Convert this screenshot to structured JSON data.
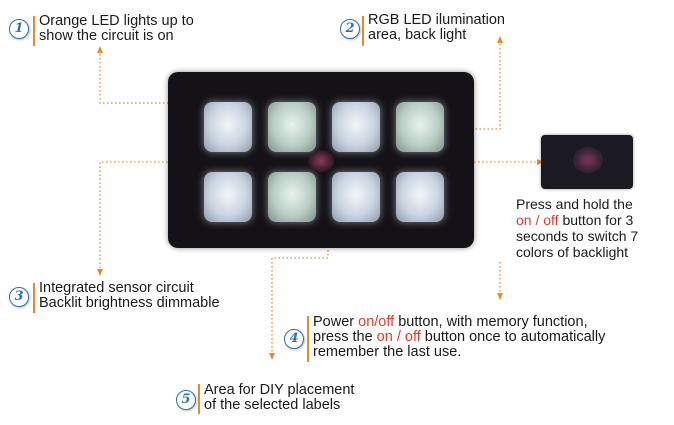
{
  "callouts": [
    {
      "number": "1",
      "lines": [
        "Orange LED lights up to",
        "show the circuit is on"
      ]
    },
    {
      "number": "2",
      "lines": [
        "RGB LED ilumination",
        "area, back light"
      ]
    },
    {
      "number": "3",
      "lines": [
        "Integrated sensor circuit",
        "Backlit brightness dimmable"
      ]
    },
    {
      "number": "4",
      "line1_before": "Power ",
      "line1_red": "on/off",
      "line1_after": " button, with memory function,",
      "line2_before": "press the ",
      "line2_red": "on / off",
      "line2_after": " button once to automatically",
      "line3": "remember the last use."
    },
    {
      "number": "5",
      "lines": [
        "Area for DIY placement",
        "of the selected labels"
      ]
    }
  ],
  "side_note": {
    "line1": "Press and hold the",
    "line2_red": "on / off",
    "line2_after": " button for 3",
    "line3": "seconds to switch 7",
    "line4": "colors of backlight"
  },
  "colors": {
    "badge": "#2f6fb8",
    "accent_bar": "#e9892c",
    "leader_line": "#e9892c",
    "highlight_text": "#e23a2b",
    "panel": "#141216"
  }
}
